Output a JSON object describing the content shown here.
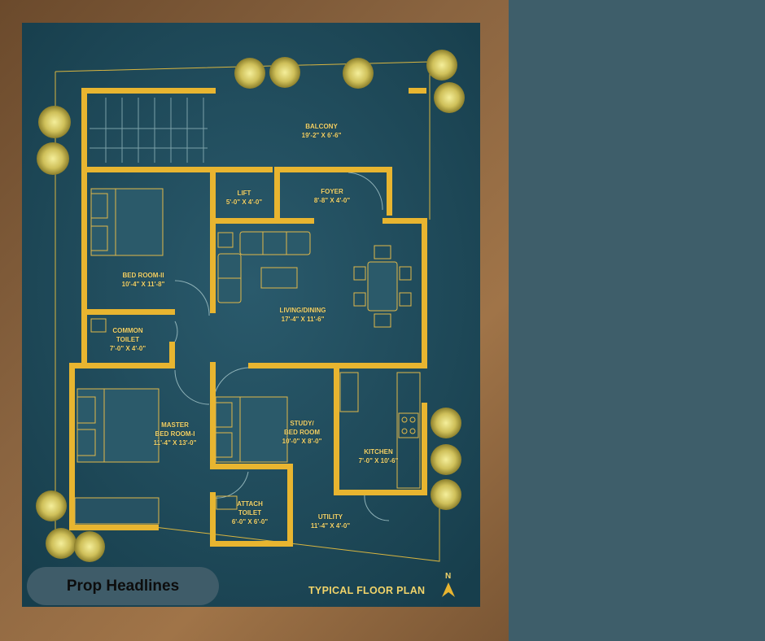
{
  "brand_badge": "Prop Headlines",
  "plan_title": "TYPICAL FLOOR PLAN",
  "north_label": "N",
  "colors": {
    "wall": "#e8b530",
    "board": "#1f4a5a",
    "frame": "#8a6440",
    "right_panel": "#3e5e6a",
    "label": "#f2d46a"
  },
  "rooms": {
    "balcony": {
      "name": "BALCONY",
      "size": "19'-2\" X 6'-6\""
    },
    "lift": {
      "name": "LIFT",
      "size": "5'-0\" X 4'-0\""
    },
    "foyer": {
      "name": "FOYER",
      "size": "8'-8\" X 4'-0\""
    },
    "bedroom2": {
      "name": "BED ROOM-II",
      "size": "10'-4\" X 11'-8\""
    },
    "living": {
      "name": "LIVING/DINING",
      "size": "17'-4\" X 11'-6\""
    },
    "common_toilet": {
      "name1": "COMMON",
      "name2": "TOILET",
      "size": "7'-0\" X 4'-0\""
    },
    "master": {
      "name1": "MASTER",
      "name2": "BED ROOM-I",
      "size": "11'-4\" X 13'-0\""
    },
    "study": {
      "name1": "STUDY/",
      "name2": "BED ROOM",
      "size": "10'-0\" X 8'-0\""
    },
    "kitchen": {
      "name": "KITCHEN",
      "size": "7'-0\" X 10'-6\""
    },
    "attach_toilet": {
      "name1": "ATTACH",
      "name2": "TOILET",
      "size": "6'-0\" X 6'-0\""
    },
    "utility": {
      "name": "UTILITY",
      "size": "11'-4\" X 4'-0\""
    }
  }
}
